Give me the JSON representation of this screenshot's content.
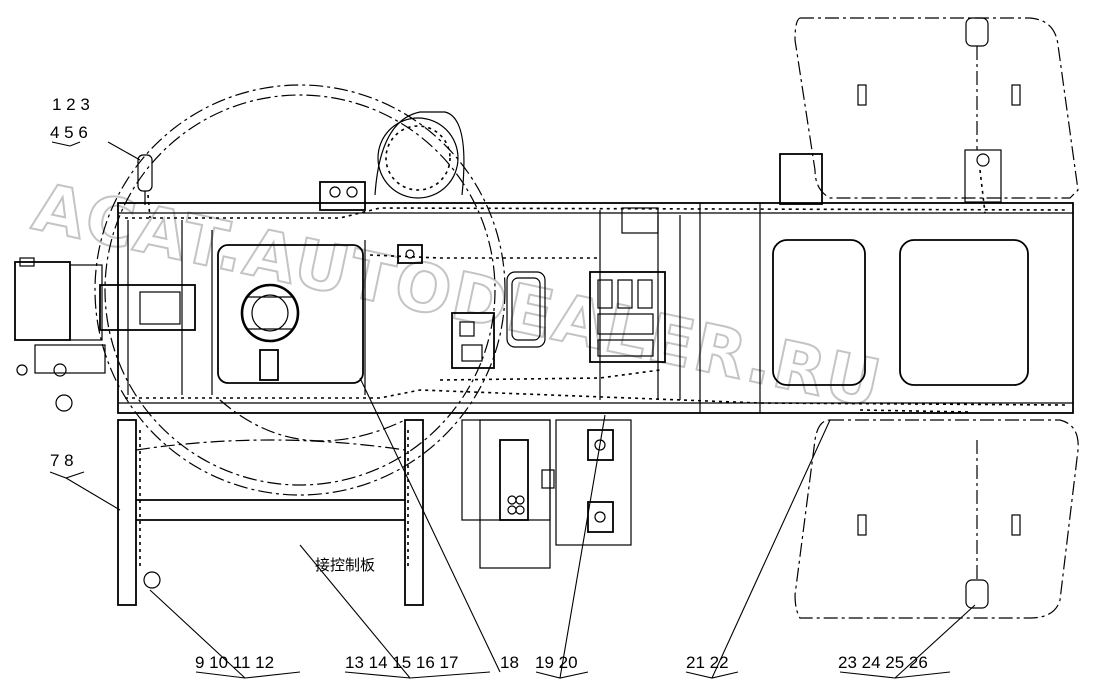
{
  "watermark": "ACAT.AUTODEALER.RU",
  "note_label": "接控制板",
  "callouts": [
    {
      "id": "c1",
      "text": "1 2 3"
    },
    {
      "id": "c2",
      "text": "4 5 6"
    },
    {
      "id": "c3",
      "text": "7 8"
    },
    {
      "id": "c4",
      "text": "9 10 11 12"
    },
    {
      "id": "c5",
      "text": "13 14 15 16 17"
    },
    {
      "id": "c6",
      "text": "18"
    },
    {
      "id": "c7",
      "text": "19 20"
    },
    {
      "id": "c8",
      "text": "21 22"
    },
    {
      "id": "c9",
      "text": "23 24 25 26"
    }
  ]
}
